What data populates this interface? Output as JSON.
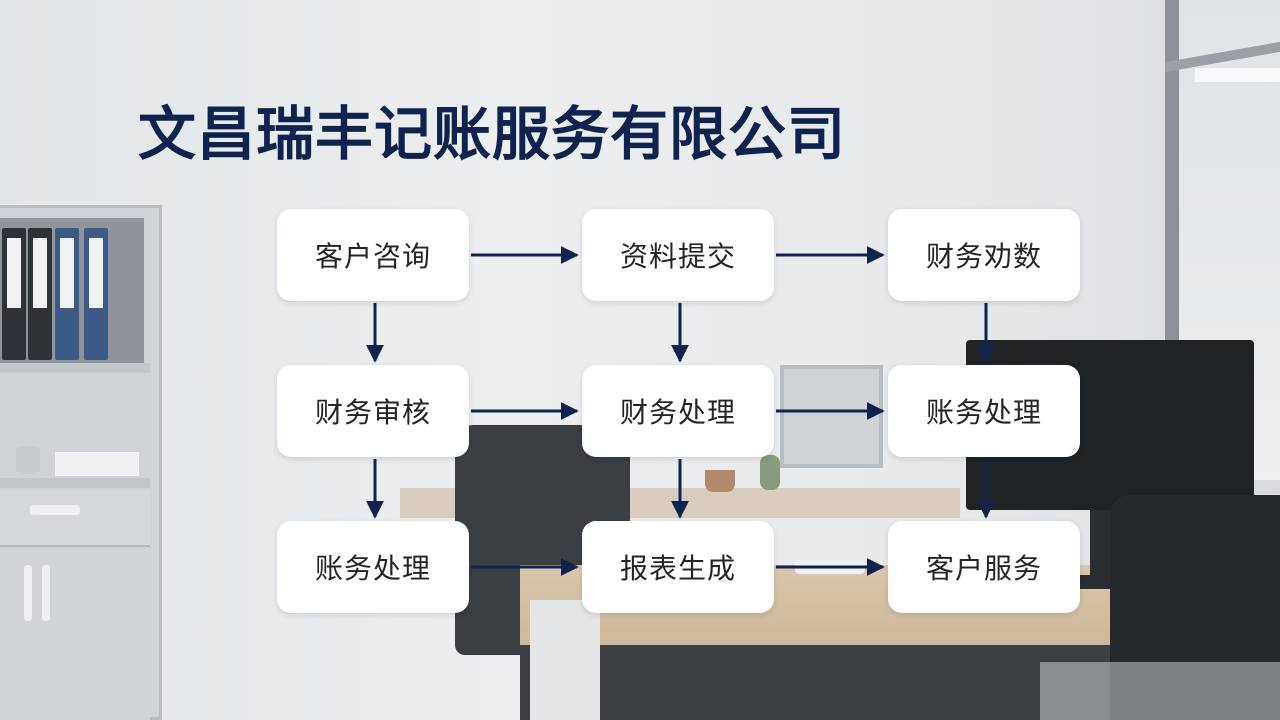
{
  "title": "文昌瑞丰记账服务有限公司",
  "colors": {
    "title": "#10224e",
    "arrow": "#10224e",
    "node_fill": "#ffffff",
    "node_text": "#222529"
  },
  "flow": {
    "nodes": [
      {
        "id": "r1c1",
        "label": "客户咨询"
      },
      {
        "id": "r1c2",
        "label": "资料提交"
      },
      {
        "id": "r1c3",
        "label": "财务劝数"
      },
      {
        "id": "r2c1",
        "label": "财务审核"
      },
      {
        "id": "r2c2",
        "label": "财务处理"
      },
      {
        "id": "r2c3",
        "label": "账务处理"
      },
      {
        "id": "r3c1",
        "label": "账务处理"
      },
      {
        "id": "r3c2",
        "label": "报表生成"
      },
      {
        "id": "r3c3",
        "label": "客户服务"
      }
    ],
    "edges": [
      [
        "r1c1",
        "r1c2"
      ],
      [
        "r1c2",
        "r1c3"
      ],
      [
        "r2c1",
        "r2c2"
      ],
      [
        "r2c2",
        "r2c3"
      ],
      [
        "r3c1",
        "r3c2"
      ],
      [
        "r3c2",
        "r3c3"
      ],
      [
        "r1c1",
        "r2c1"
      ],
      [
        "r2c1",
        "r3c1"
      ],
      [
        "r1c2",
        "r2c2"
      ],
      [
        "r2c2",
        "r3c2"
      ],
      [
        "r1c3",
        "r2c3"
      ],
      [
        "r2c3",
        "r3c3"
      ]
    ]
  }
}
